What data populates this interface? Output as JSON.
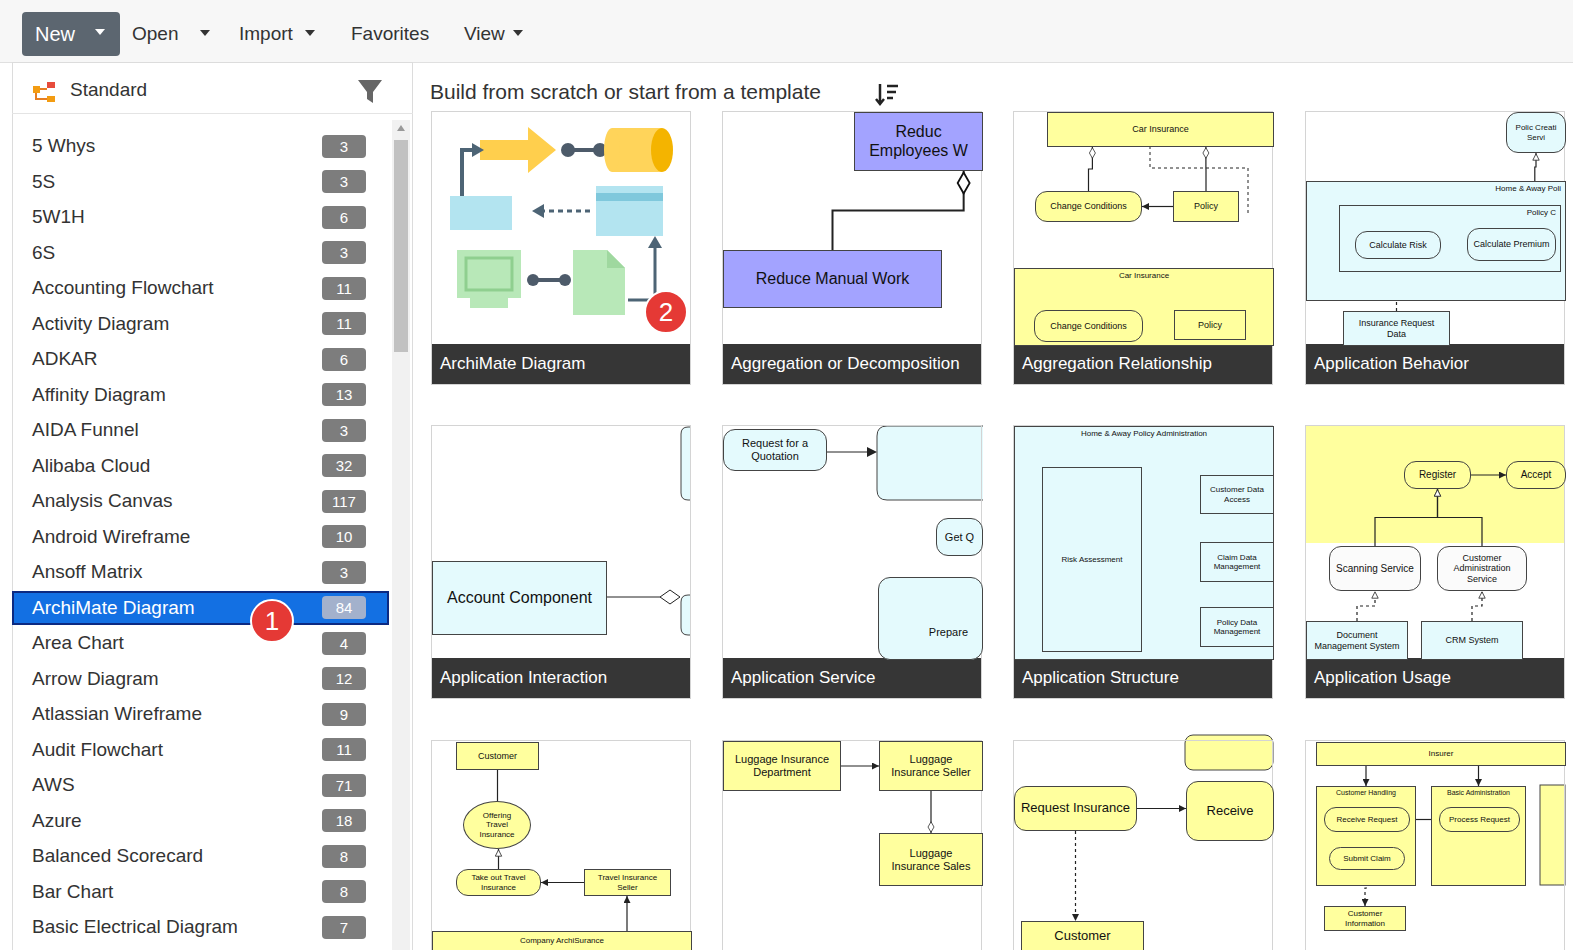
{
  "diagram": {
    "title": "Build from scratch or start from a template",
    "nodes": [
      {
        "text": [
          "New"
        ]
      },
      {
        "text": [
          "Open"
        ]
      },
      {
        "text": [
          "Import"
        ]
      },
      {
        "text": [
          "Favorites"
        ]
      },
      {
        "text": [
          "View"
        ]
      },
      {
        "text": [
          "Standard"
        ]
      },
      {
        "text": [
          "5 Whys",
          "3"
        ]
      },
      {
        "text": [
          "5S",
          "3"
        ]
      },
      {
        "text": [
          "5W1H",
          "6"
        ]
      },
      {
        "text": [
          "6S",
          "3"
        ]
      },
      {
        "text": [
          "Accounting Flowchart",
          "11"
        ]
      },
      {
        "text": [
          "Activity Diagram",
          "11"
        ]
      },
      {
        "text": [
          "ADKAR",
          "6"
        ]
      },
      {
        "text": [
          "Affinity Diagram",
          "13"
        ]
      },
      {
        "text": [
          "AIDA Funnel",
          "3"
        ]
      },
      {
        "text": [
          "Alibaba Cloud",
          "32"
        ]
      },
      {
        "text": [
          "Analysis Canvas",
          "117"
        ]
      },
      {
        "text": [
          "Android Wireframe",
          "10"
        ]
      },
      {
        "text": [
          "Ansoff Matrix",
          "3"
        ]
      },
      {
        "text": [
          "ArchiMate Diagram",
          "84"
        ]
      },
      {
        "text": [
          "Area Chart",
          "4"
        ]
      },
      {
        "text": [
          "Arrow Diagram",
          "12"
        ]
      },
      {
        "text": [
          "Atlassian Wireframe",
          "9"
        ]
      },
      {
        "text": [
          "Audit Flowchart",
          "11"
        ]
      },
      {
        "text": [
          "AWS",
          "71"
        ]
      },
      {
        "text": [
          "Azure",
          "18"
        ]
      },
      {
        "text": [
          "Balanced Scorecard",
          "8"
        ]
      },
      {
        "text": [
          "Bar Chart",
          "8"
        ]
      },
      {
        "text": [
          "Basic Electrical Diagram",
          "7"
        ]
      },
      {
        "text": [
          "ArchiMate Diagram"
        ]
      },
      {
        "text": [
          "Aggregation or Decomposition"
        ]
      },
      {
        "text": [
          "Aggregation Relationship"
        ]
      },
      {
        "text": [
          "Application Behavior"
        ]
      },
      {
        "text": [
          "Application Interaction"
        ]
      },
      {
        "text": [
          "Application Service"
        ]
      },
      {
        "text": [
          "Application Structure"
        ]
      },
      {
        "text": [
          "Application Usage"
        ]
      },
      {
        "text": []
      },
      {
        "text": []
      },
      {
        "text": []
      },
      {
        "text": []
      },
      {
        "text": [
          "Reduc Employees W"
        ],
        "in": 30
      },
      {
        "text": [
          "Reduce Manual Work"
        ],
        "in": 30
      },
      {
        "text": [
          "Car Insurance"
        ],
        "in": 31
      },
      {
        "text": [
          "Change Conditions"
        ],
        "in": 31
      },
      {
        "text": [
          "Policy"
        ],
        "in": 31
      },
      {
        "text": [
          "Car Insurance"
        ],
        "in": 31
      },
      {
        "text": [
          "Change Conditions"
        ],
        "in": 46
      },
      {
        "text": [
          "Policy"
        ],
        "in": 46
      },
      {
        "text": [
          "Polic Creati Servi"
        ],
        "in": 32
      },
      {
        "text": [
          "Home & Away Poli"
        ],
        "in": 32
      },
      {
        "text": [
          "Policy C"
        ],
        "in": 50
      },
      {
        "text": [
          "Calculate Risk"
        ],
        "in": 51
      },
      {
        "text": [
          "Calculate Premium"
        ],
        "in": 51
      },
      {
        "text": [
          "Insurance Request Data"
        ],
        "in": 32
      },
      {
        "text": [
          "Account Component"
        ],
        "in": 33
      },
      {
        "text": [
          "Request for a Quotation"
        ],
        "in": 34
      },
      {
        "text": [
          "Get Q"
        ],
        "in": 34
      },
      {
        "text": [
          "Prepare"
        ],
        "in": 34
      },
      {
        "text": [
          "Home & Away Policy Administration"
        ],
        "in": 35
      },
      {
        "text": [
          "Risk Assessment"
        ],
        "in": 59
      },
      {
        "text": [
          "Customer Data Access"
        ],
        "in": 59
      },
      {
        "text": [
          "Claim Data Management"
        ],
        "in": 59
      },
      {
        "text": [
          "Policy Data Management"
        ],
        "in": 59
      },
      {
        "text": [
          "Register"
        ],
        "in": 36
      },
      {
        "text": [
          "Accept"
        ],
        "in": 36
      },
      {
        "text": [
          "Scanning Service"
        ],
        "in": 36
      },
      {
        "text": [
          "Customer Administration Service"
        ],
        "in": 36
      },
      {
        "text": [
          "Document Management System"
        ],
        "in": 36
      },
      {
        "text": [
          "CRM System"
        ],
        "in": 36
      },
      {
        "text": [
          "Customer"
        ],
        "in": 37
      },
      {
        "text": [
          "Offering Travel Insurance"
        ],
        "in": 37
      },
      {
        "text": [
          "Take out Travel Insurance"
        ],
        "in": 37
      },
      {
        "text": [
          "Travel Insurance Seller"
        ],
        "in": 37
      },
      {
        "text": [
          "Company ArchiSurance"
        ],
        "in": 37
      },
      {
        "text": [
          "Luggage Insurance Department"
        ],
        "in": 38
      },
      {
        "text": [
          "Luggage Insurance Seller"
        ],
        "in": 38
      },
      {
        "text": [
          "Luggage Insurance Sales"
        ],
        "in": 38
      },
      {
        "text": [
          "Request Insurance"
        ],
        "in": 39
      },
      {
        "text": [
          "Receive"
        ],
        "in": 39
      },
      {
        "text": [
          "Customer"
        ],
        "in": 39
      },
      {
        "text": [
          "Insurer"
        ],
        "in": 40
      },
      {
        "text": [
          "Customer Handling"
        ],
        "in": 40
      },
      {
        "text": [
          "Receive Request"
        ],
        "in": 82
      },
      {
        "text": [
          "Submit Claim"
        ],
        "in": 82
      },
      {
        "text": [
          "Basic Administration"
        ],
        "in": 40
      },
      {
        "text": [
          "Process Request"
        ],
        "in": 85
      },
      {
        "text": [
          "Customer Information"
        ],
        "in": 40
      }
    ],
    "edges": [
      {
        "from": 42,
        "to": 41,
        "arrow": "to"
      },
      {
        "from": 44,
        "to": 43,
        "arrow": "to"
      },
      {
        "from": 45,
        "to": 43,
        "arrow": "to"
      },
      {
        "from": 45,
        "to": 44,
        "arrow": "to"
      },
      {
        "from": 48,
        "to": 47,
        "arrow": "to"
      },
      {
        "from": 52,
        "to": 53,
        "arrow": "to"
      },
      {
        "from": 54,
        "to": 52,
        "arrow": "to"
      },
      {
        "from": 50,
        "to": 49,
        "arrow": "to"
      },
      {
        "from": 61,
        "to": 60,
        "arrow": "to"
      },
      {
        "from": 62,
        "to": 60,
        "arrow": "to"
      },
      {
        "from": 63,
        "to": 60,
        "arrow": "to"
      },
      {
        "from": 64,
        "to": 65,
        "arrow": "to"
      },
      {
        "from": 66,
        "to": 64,
        "arrow": "to"
      },
      {
        "from": 67,
        "to": 64,
        "arrow": "to"
      },
      {
        "from": 68,
        "to": 66,
        "arrow": "to"
      },
      {
        "from": 69,
        "to": 67,
        "arrow": "to"
      },
      {
        "from": 70,
        "to": 71,
        "arrow": "none"
      },
      {
        "from": 72,
        "to": 71,
        "arrow": "to"
      },
      {
        "from": 73,
        "to": 72,
        "arrow": "to"
      },
      {
        "from": 74,
        "to": 73,
        "arrow": "to"
      },
      {
        "from": 75,
        "to": 76,
        "arrow": "to"
      },
      {
        "from": 76,
        "to": 77,
        "arrow": "to"
      },
      {
        "from": 78,
        "to": 79,
        "arrow": "to"
      },
      {
        "from": 78,
        "to": 80,
        "arrow": "to"
      },
      {
        "from": 81,
        "to": 82,
        "arrow": "to"
      },
      {
        "from": 81,
        "to": 85,
        "arrow": "to"
      },
      {
        "from": 83,
        "to": 86,
        "arrow": "to"
      },
      {
        "from": 84,
        "to": 87,
        "arrow": "to"
      }
    ],
    "labels": [
      "1",
      "2"
    ]
  }
}
